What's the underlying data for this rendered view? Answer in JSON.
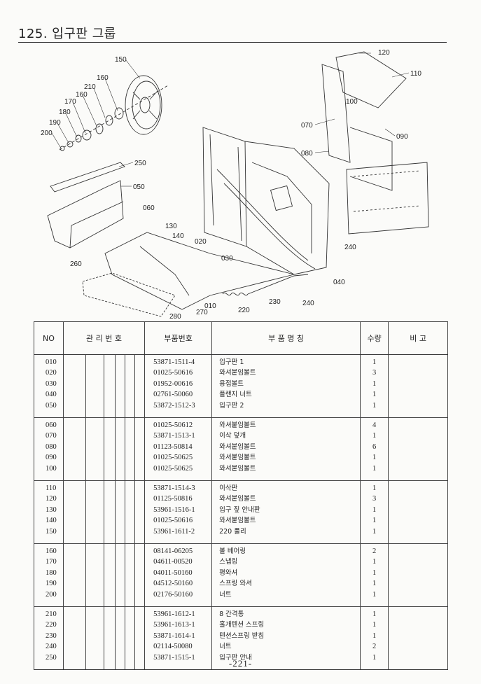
{
  "title": "125. 입구판 그룹",
  "page_number": "-221-",
  "diagram": {
    "callouts": [
      "150",
      "160",
      "210",
      "160",
      "170",
      "180",
      "190",
      "200",
      "250",
      "050",
      "060",
      "130",
      "140",
      "020",
      "030",
      "260",
      "010",
      "270",
      "280",
      "220",
      "230",
      "240",
      "240",
      "040",
      "120",
      "110",
      "100",
      "070",
      "090",
      "080"
    ]
  },
  "table": {
    "headers": {
      "no": "NO",
      "mgmt": "관 리 번 호",
      "part_no": "부품번호",
      "part_name": "부 품 명 칭",
      "qty": "수량",
      "remarks": "비 고"
    },
    "groups": [
      {
        "rows": [
          {
            "no": "010",
            "code": "53871-1511-4",
            "name": "입구판 1",
            "qty": "1"
          },
          {
            "no": "020",
            "code": "01025-50616",
            "name": "와셔붙임볼트",
            "qty": "3"
          },
          {
            "no": "030",
            "code": "01952-00616",
            "name": "용접볼트",
            "qty": "1"
          },
          {
            "no": "040",
            "code": "02761-50060",
            "name": "플랜지 너트",
            "qty": "1"
          },
          {
            "no": "050",
            "code": "53872-1512-3",
            "name": "입구판 2",
            "qty": "1"
          }
        ]
      },
      {
        "rows": [
          {
            "no": "060",
            "code": "01025-50612",
            "name": "와셔붙임볼트",
            "qty": "4"
          },
          {
            "no": "070",
            "code": "53871-1513-1",
            "name": "이삭 덮개",
            "qty": "1"
          },
          {
            "no": "080",
            "code": "01123-50814",
            "name": "와셔붙임볼트",
            "qty": "6"
          },
          {
            "no": "090",
            "code": "01025-50625",
            "name": "와셔붙임볼트",
            "qty": "1"
          },
          {
            "no": "100",
            "code": "01025-50625",
            "name": "와셔붙임볼트",
            "qty": "1"
          }
        ]
      },
      {
        "rows": [
          {
            "no": "110",
            "code": "53871-1514-3",
            "name": "이삭판",
            "qty": "1"
          },
          {
            "no": "120",
            "code": "01125-50816",
            "name": "와셔붙임볼트",
            "qty": "3"
          },
          {
            "no": "130",
            "code": "53961-1516-1",
            "name": "입구 짚 안내판",
            "qty": "1"
          },
          {
            "no": "140",
            "code": "01025-50616",
            "name": "와셔붙임볼트",
            "qty": "1"
          },
          {
            "no": "150",
            "code": "53961-1611-2",
            "name": "220 풀리",
            "qty": "1"
          }
        ]
      },
      {
        "rows": [
          {
            "no": "160",
            "code": "08141-06205",
            "name": "볼 베어링",
            "qty": "2"
          },
          {
            "no": "170",
            "code": "04611-00520",
            "name": "스냅링",
            "qty": "1"
          },
          {
            "no": "180",
            "code": "04011-50160",
            "name": "평와셔",
            "qty": "1"
          },
          {
            "no": "190",
            "code": "04512-50160",
            "name": "스프링 와셔",
            "qty": "1"
          },
          {
            "no": "200",
            "code": "02176-50160",
            "name": "너트",
            "qty": "1"
          }
        ]
      },
      {
        "rows": [
          {
            "no": "210",
            "code": "53961-1612-1",
            "name": "8 간격통",
            "qty": "1"
          },
          {
            "no": "220",
            "code": "53961-1613-1",
            "name": "훌개텐션 스프링",
            "qty": "1"
          },
          {
            "no": "230",
            "code": "53871-1614-1",
            "name": "텐션스프링 받침",
            "qty": "1"
          },
          {
            "no": "240",
            "code": "02114-50080",
            "name": "너트",
            "qty": "2"
          },
          {
            "no": "250",
            "code": "53871-1515-1",
            "name": "입구판 안내",
            "qty": "1"
          }
        ]
      }
    ]
  }
}
